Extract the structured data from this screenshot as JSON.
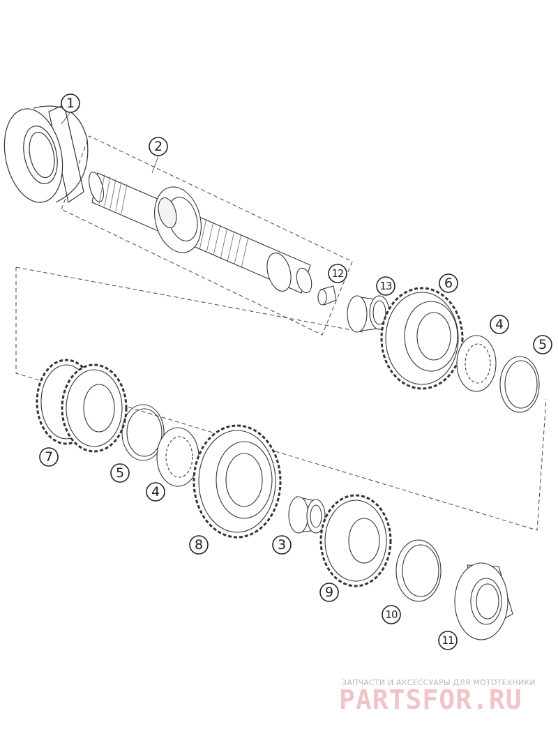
{
  "diagram": {
    "callouts": [
      "1",
      "2",
      "3",
      "4",
      "4",
      "5",
      "5",
      "6",
      "7",
      "8",
      "9",
      "10",
      "11",
      "12",
      "13"
    ],
    "line_color": "#333333",
    "background": "#ffffff"
  },
  "watermark": {
    "tagline": "ЗАПЧАСТИ И АКСЕССУАРЫ ДЛЯ МОТОТЕХНИКИ",
    "logo_text": "PARTSFOR.RU",
    "logo_color": "#f3c4c7",
    "tagline_color": "#b9b9b9"
  }
}
